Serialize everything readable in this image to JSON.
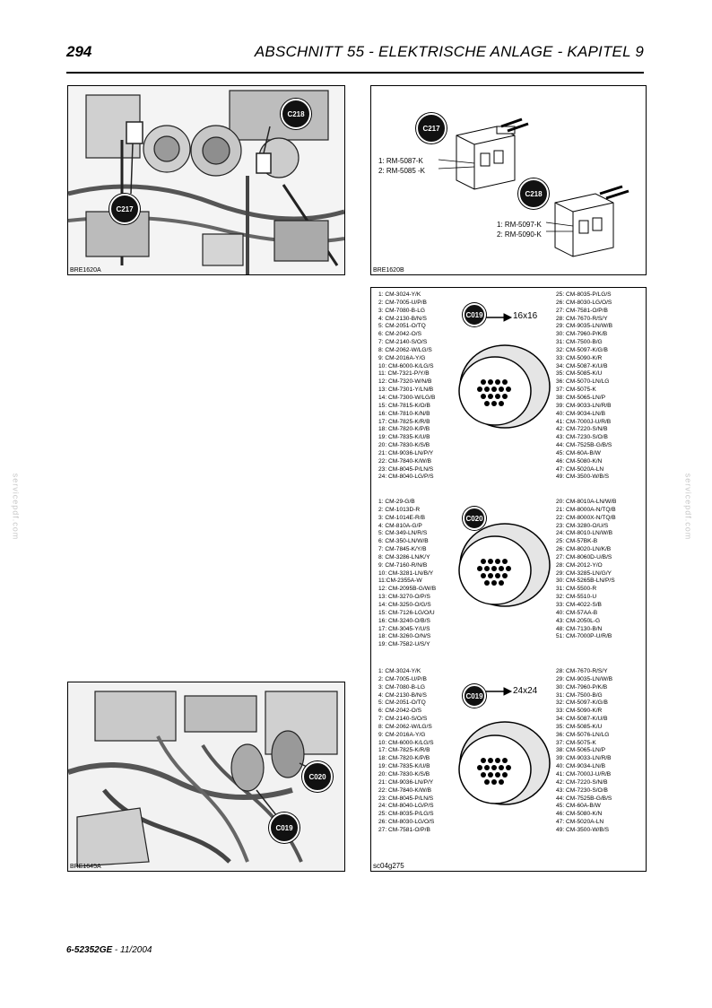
{
  "header": {
    "page_number": "294",
    "title": "ABSCHNITT 55 - ELEKTRISCHE ANLAGE - KAPITEL 9"
  },
  "figures": {
    "fig1": {
      "label": "BRE1620A",
      "connectors": [
        "C218",
        "C217"
      ]
    },
    "fig2": {
      "label": "BRE1620B",
      "c217": {
        "code": "C217",
        "wires": [
          "1: RM-5087-K",
          "2: RM-5085 -K"
        ]
      },
      "c218": {
        "code": "C218",
        "wires": [
          "1: RM-5097-K",
          "2: RM-5090-K"
        ]
      }
    },
    "fig3": {
      "label": "BRE1645A",
      "connectors": [
        "C020",
        "C019"
      ]
    },
    "pinout": {
      "label": "sc04g275",
      "c019_16": {
        "code": "C019",
        "size": "16x16",
        "left": [
          "1: CM-3024-Y/K",
          "2: CM-7005-U/P/B",
          "3: CM-7080-B-LG",
          "4: CM-2130-B/N/S",
          "5: CM-2051-O/TQ",
          "6: CM-2042-O/S",
          "7: CM-2140-S/O/S",
          "8: CM-2062-W/LG/S",
          "9: CM-2016A-Y/G",
          "10: CM-6000-K/LG/S",
          "11: CM-7321-P/Y/B",
          "12: CM-7320-W/N/B",
          "13: CM-7301-Y/LN/B",
          "14: CM-7300-W/LG/B",
          "15: CM-7815-K/O/B",
          "16: CM-7810-K/N/B",
          "17: CM-7825-K/R/B",
          "18: CM-7820-K/P/B",
          "19: CM-7835-K/U/B",
          "20: CM-7830-K/S/B",
          "21: CM-9036-LN/P/Y",
          "22: CM-7840-K/W/B",
          "23: CM-8045-P/LN/S",
          "24: CM-8040-LG/P/S"
        ],
        "right": [
          "25: CM-8035-P/LG/S",
          "26: CM-8030-LG/O/S",
          "27: CM-7581-O/P/B",
          "28: CM-7670-R/S/Y",
          "29: CM-9035-LN/W/B",
          "30: CM-7960-P/K/B",
          "31: CM-7500-B/G",
          "32: CM-5097-K/G/B",
          "33: CM-5090-K/R",
          "34: CM-5087-K/U/B",
          "35: CM-5085-K/U",
          "36: CM-5070-LN/LG",
          "37: CM-5075-K",
          "38: CM-5065-LN/P",
          "39: CM-9033-LN/R/B",
          "40: CM-9034-LN/B",
          "41: CM-7000J-U/R/B",
          "42: CM-7220-S/N/B",
          "43: CM-7230-S/O/B",
          "44: CM-7525B-G/B/S",
          "45: CM-60A-B/W",
          "46: CM-5080-K/N",
          "47: CM-5020A-LN",
          "49: CM-3500-W/B/S"
        ]
      },
      "c020": {
        "code": "C020",
        "left": [
          "1: CM-29-G/B",
          "2: CM-1013D-R",
          "3: CM-1014E-R/B",
          "4: CM-810A-G/P",
          "5: CM-349-LN/R/S",
          "6: CM-350-LN/W/B",
          "7: CM-7845-K/Y/B",
          "8: CM-3286-LN/K/Y",
          "9: CM-7160-R/N/B",
          "10: CM-3281-LN/B/Y",
          "11:CM-2355A-W",
          "12: CM-2095B-G/W/B",
          "13: CM-3270-O/P/S",
          "14: CM-3250-O/G/S",
          "15: CM-7126-LG/O/U",
          "16: CM-3240-O/B/S",
          "17: CM-3045-Y/U/S",
          "18: CM-3260-O/N/S",
          "19: CM-7582-U/S/Y"
        ],
        "right": [
          "20: CM-8010A-LN/W/B",
          "21: CM-8000A-N/TQ/B",
          "22: CM-8000X-N/TQ/B",
          "23: CM-3280-O/U/S",
          "24: CM-8010-LN/W/B",
          "25: CM-57BK-B",
          "26: CM-8020-LN/K/B",
          "27: CM-8060D-U/B/S",
          "28: CM-2012-Y/O",
          "29: CM-3285-LN/G/Y",
          "30: CM-5265B-LN/P/S",
          "31: CM-5500-R",
          "32: CM-5510-U",
          "33: CM-4022-S/B",
          "40: CM-57AA-B",
          "43: CM-2050L-G",
          "48: CM-7130-B/N",
          "51: CM-7000P-U/R/B"
        ]
      },
      "c019_24": {
        "code": "C019",
        "size": "24x24",
        "left": [
          "1: CM-3024-Y/K",
          "2: CM-7005-U/P/B",
          "3: CM-7080-B-LG",
          "4: CM-2130-B/N/S",
          "5: CM-2051-O/TQ",
          "6: CM-2042-O/S",
          "7: CM-2140-S/O/S",
          "8: CM-2062-W/LG/S",
          "9: CM-2016A-Y/G",
          "10: CM-6000-K/LG/S",
          "17: CM-7825-K/R/B",
          "18: CM-7820-K/P/B",
          "19: CM-7835-K/U/B",
          "20: CM-7830-K/S/B",
          "21: CM-9036-LN/P/Y",
          "22: CM-7840-K/W/B",
          "23: CM-8045-P/LN/S",
          "24: CM-8040-LG/P/S",
          "25: CM-8035-P/LG/S",
          "26: CM-8030-LG/O/S",
          "27: CM-7581-O/P/B"
        ],
        "right": [
          "28: CM-7670-R/S/Y",
          "29: CM-9035-LN/W/B",
          "30: CM-7960-P/K/B",
          "31: CM-7500-B/G",
          "32: CM-5097-K/G/B",
          "33: CM-5090-K/R",
          "34: CM-5087-K/U/B",
          "35: CM-5085-K/U",
          "36: CM-5076-LN/LG",
          "37: CM-5075-K",
          "38: CM-5065-LN/P",
          "39: CM-9033-LN/R/B",
          "40: CM-9034-LN/B",
          "41: CM-7000J-U/R/B",
          "42: CM-7220-S/N/B",
          "43: CM-7230-S/O/B",
          "44: CM-7525B-G/B/S",
          "45: CM-60A-B/W",
          "46: CM-5080-K/N",
          "47: CM-5020A-LN",
          "49: CM-3500-W/B/S"
        ]
      }
    }
  },
  "footer": {
    "code": "6-52352GE",
    "date": " - 11/2004"
  },
  "watermark": "servicepdf.com"
}
